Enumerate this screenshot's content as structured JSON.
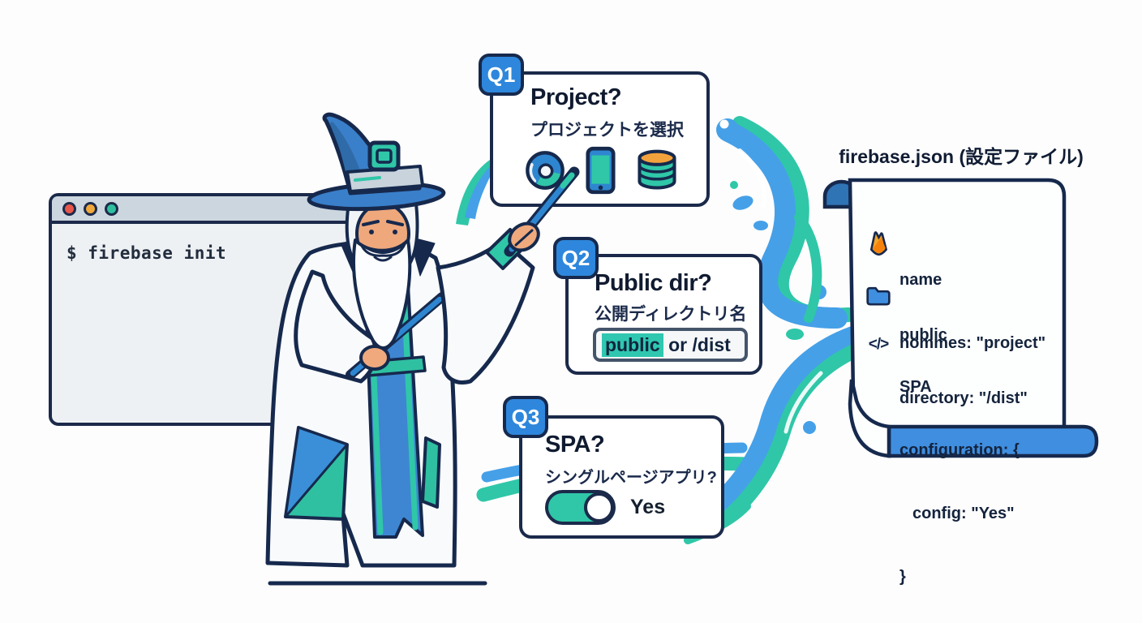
{
  "colors": {
    "outline_navy": "#1b2a4a",
    "primary_blue": "#3b82d0",
    "swirl_blue": "#45a0e8",
    "teal": "#2fc7a8",
    "badge_blue": "#2e87dc",
    "terminal_bar": "#cbd6de",
    "terminal_bg": "#eef1f4",
    "dot_close": "#e8564a",
    "dot_min": "#f0a93c",
    "dot_max": "#2fbf9e",
    "flame_orange": "#f59e0b",
    "db_top_orange": "#f2a23c",
    "skin": "#efa97d"
  },
  "terminal": {
    "command": "$ firebase init",
    "window_controls": [
      "close",
      "minimize",
      "maximize"
    ]
  },
  "cards": [
    {
      "badge": "Q1",
      "title": "Project?",
      "subtitle": "プロジェクトを選択",
      "icons": [
        "chrome-browser-icon",
        "smartphone-icon",
        "database-icon"
      ]
    },
    {
      "badge": "Q2",
      "title": "Public dir?",
      "subtitle": "公開ディレクトリ名",
      "input": {
        "highlight": "public",
        "rest": " or /dist"
      }
    },
    {
      "badge": "Q3",
      "title": "SPA?",
      "subtitle": "シングルページアプリ?",
      "toggle": {
        "state": "on",
        "label": "Yes"
      }
    }
  ],
  "scroll": {
    "title": "firebase.json (設定ファイル)",
    "entries": [
      {
        "icon": "firebase-flame-icon",
        "line1": "name",
        "line2": "nommes: \"project\""
      },
      {
        "icon": "folder-icon",
        "line1": "public",
        "line2": "directory: \"/dist\""
      },
      {
        "icon": "code-tag-icon",
        "icon_glyph": "</>",
        "line1": "SPA",
        "line2": "configuration: {",
        "line3": "config: \"Yes\"",
        "line4": "}"
      }
    ]
  },
  "illustration": {
    "character": "wizard-mascot",
    "decorations": [
      "magic-swirls",
      "ground-line"
    ]
  }
}
